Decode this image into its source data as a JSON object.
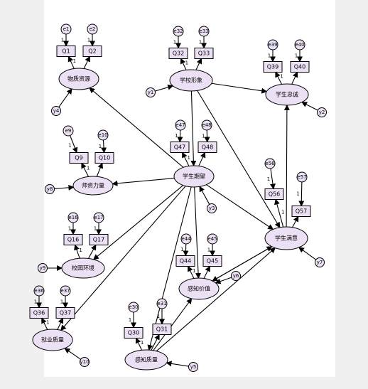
{
  "diagram": {
    "latent": {
      "wuzhi": "物质资源",
      "xuexiao": "学校形象",
      "zhongcheng": "学生忠诚",
      "shizi": "师资力量",
      "qiwang": "学生期望",
      "manyi": "学生满意",
      "xiaoyuan": "校园环境",
      "jiazhi": "感知价值",
      "jiuye": "就业质量",
      "zhiliang": "感知质量"
    },
    "observed": [
      "Q1",
      "Q2",
      "Q32",
      "Q33",
      "Q39",
      "Q40",
      "Q9",
      "Q10",
      "Q47",
      "Q48",
      "Q56",
      "Q57",
      "Q16",
      "Q17",
      "Q44",
      "Q45",
      "Q36",
      "Q37",
      "Q30",
      "Q31"
    ],
    "errors": [
      "e1",
      "e2",
      "e32",
      "e33",
      "e39",
      "e40",
      "e9",
      "e10",
      "e47",
      "e48",
      "e56",
      "e57",
      "e16",
      "e17",
      "e44",
      "e45",
      "e36",
      "e37",
      "e30",
      "e31"
    ],
    "disturbances": [
      "y1",
      "y2",
      "y3",
      "y4",
      "y5",
      "y6",
      "y7",
      "y8",
      "y9",
      "y10"
    ],
    "loading_label": "1"
  }
}
